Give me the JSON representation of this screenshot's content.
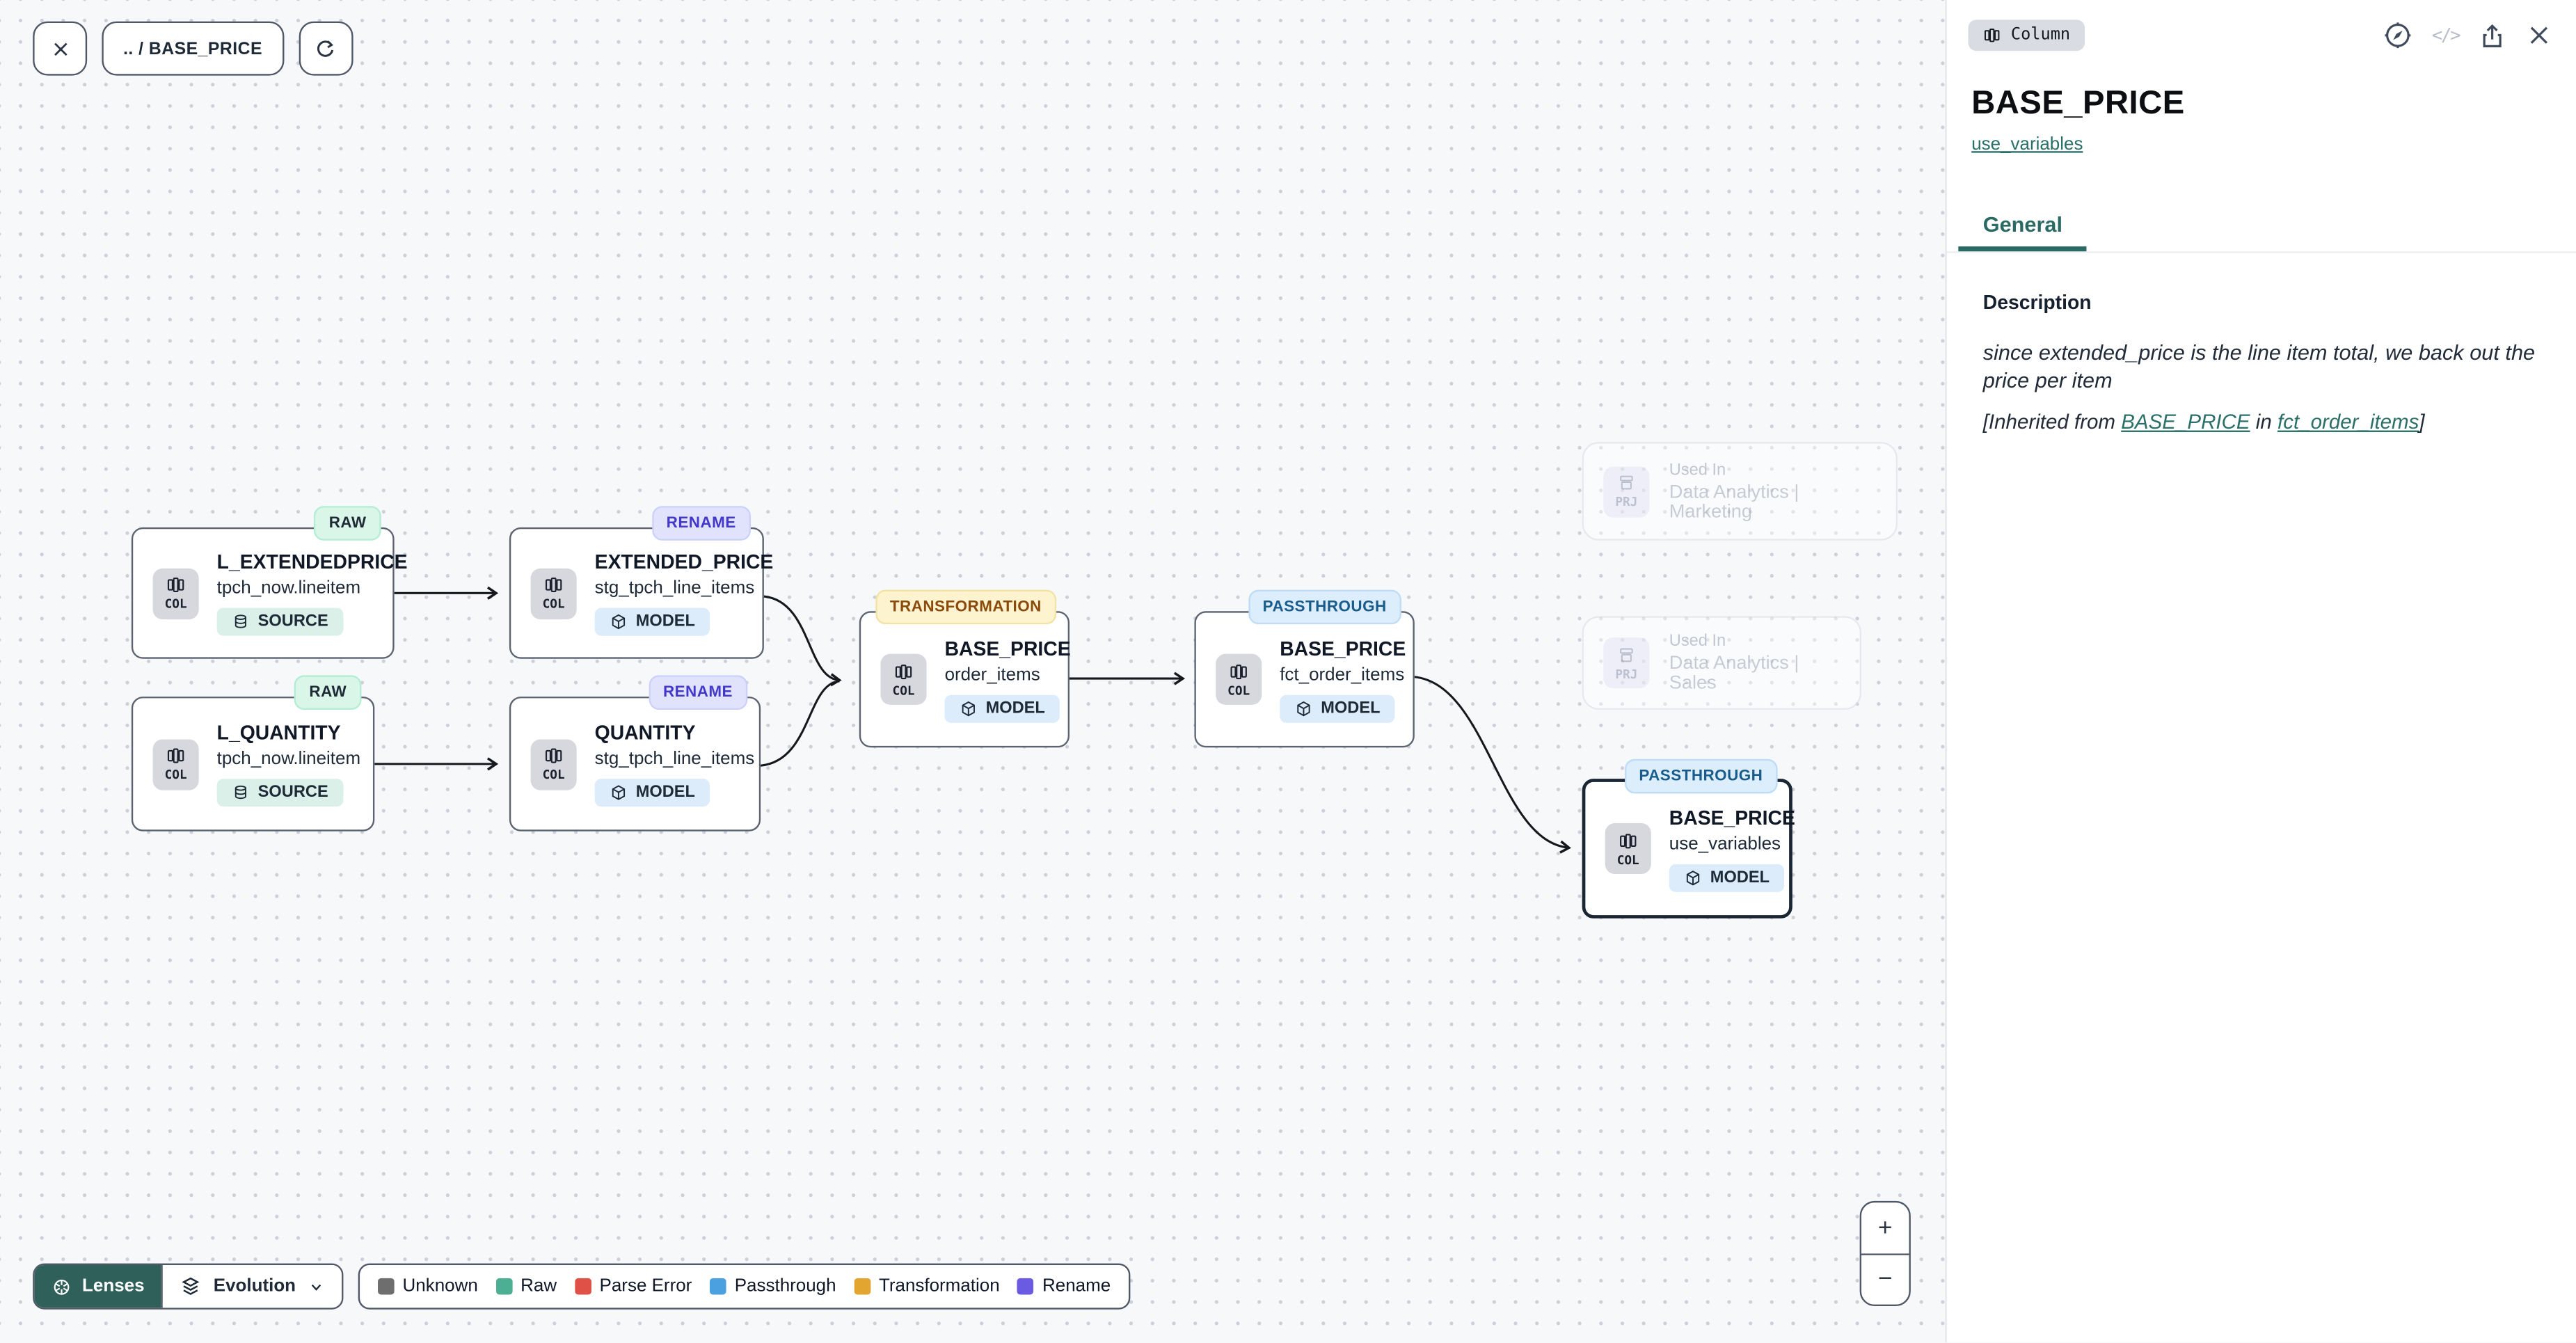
{
  "toolbar": {
    "breadcrumb": ".. / BASE_PRICE"
  },
  "canvas": {
    "nodes": [
      {
        "chip": "COL",
        "title": "L_EXTENDEDPRICE",
        "subtitle": "tpch_now.lineitem",
        "kind": "SOURCE",
        "lens": "RAW"
      },
      {
        "chip": "COL",
        "title": "EXTENDED_PRICE",
        "subtitle": "stg_tpch_line_items",
        "kind": "MODEL",
        "lens": "RENAME"
      },
      {
        "chip": "COL",
        "title": "L_QUANTITY",
        "subtitle": "tpch_now.lineitem",
        "kind": "SOURCE",
        "lens": "RAW"
      },
      {
        "chip": "COL",
        "title": "QUANTITY",
        "subtitle": "stg_tpch_line_items",
        "kind": "MODEL",
        "lens": "RENAME"
      },
      {
        "chip": "COL",
        "title": "BASE_PRICE",
        "subtitle": "order_items",
        "kind": "MODEL",
        "lens": "TRANSFORMATION"
      },
      {
        "chip": "COL",
        "title": "BASE_PRICE",
        "subtitle": "fct_order_items",
        "kind": "MODEL",
        "lens": "PASSTHROUGH"
      },
      {
        "chip": "COL",
        "title": "BASE_PRICE",
        "subtitle": "use_variables",
        "kind": "MODEL",
        "lens": "PASSTHROUGH",
        "selected": true
      }
    ],
    "used_in": [
      {
        "chip": "PRJ",
        "label": "Used In",
        "name": "Data Analytics | Marketing"
      },
      {
        "chip": "PRJ",
        "label": "Used In",
        "name": "Data Analytics | Sales"
      }
    ]
  },
  "controls": {
    "lenses_label": "Lenses",
    "lens_selected": "Evolution",
    "legend": [
      {
        "label": "Unknown",
        "color": "#6e6e6e"
      },
      {
        "label": "Raw",
        "color": "#4caf94"
      },
      {
        "label": "Parse Error",
        "color": "#df5146"
      },
      {
        "label": "Passthrough",
        "color": "#4ba1e0"
      },
      {
        "label": "Transformation",
        "color": "#e2a52f"
      },
      {
        "label": "Rename",
        "color": "#6a5be2"
      }
    ],
    "zoom_in": "+",
    "zoom_out": "−"
  },
  "panel": {
    "type_badge": "Column",
    "code_icon_glyph": "</>",
    "title": "BASE_PRICE",
    "model_link": "use_variables",
    "tabs": [
      {
        "label": "General",
        "active": true
      }
    ],
    "description": {
      "heading": "Description",
      "body": "since extended_price is the line item total, we back out the price per item",
      "inherited_prefix": "[Inherited from ",
      "inherited_link_column": "BASE_PRICE",
      "inherited_middle": " in ",
      "inherited_link_model": "fct_order_items",
      "inherited_suffix": "]"
    }
  },
  "colors": {
    "accent_teal": "#2b6a64",
    "node_border": "#5b6470",
    "selected_node_border": "#1b2634",
    "lens_raw_bg": "#d9f6e8",
    "lens_rename_bg": "#e1e3fd",
    "lens_transformation_bg": "#fdf3cf",
    "lens_passthrough_bg": "#dcedfc",
    "kind_source_bg": "#dcf0ea",
    "kind_model_bg": "#ddecfb",
    "lenses_button_bg": "#30605a",
    "canvas_bg": "#f7f8fa"
  }
}
